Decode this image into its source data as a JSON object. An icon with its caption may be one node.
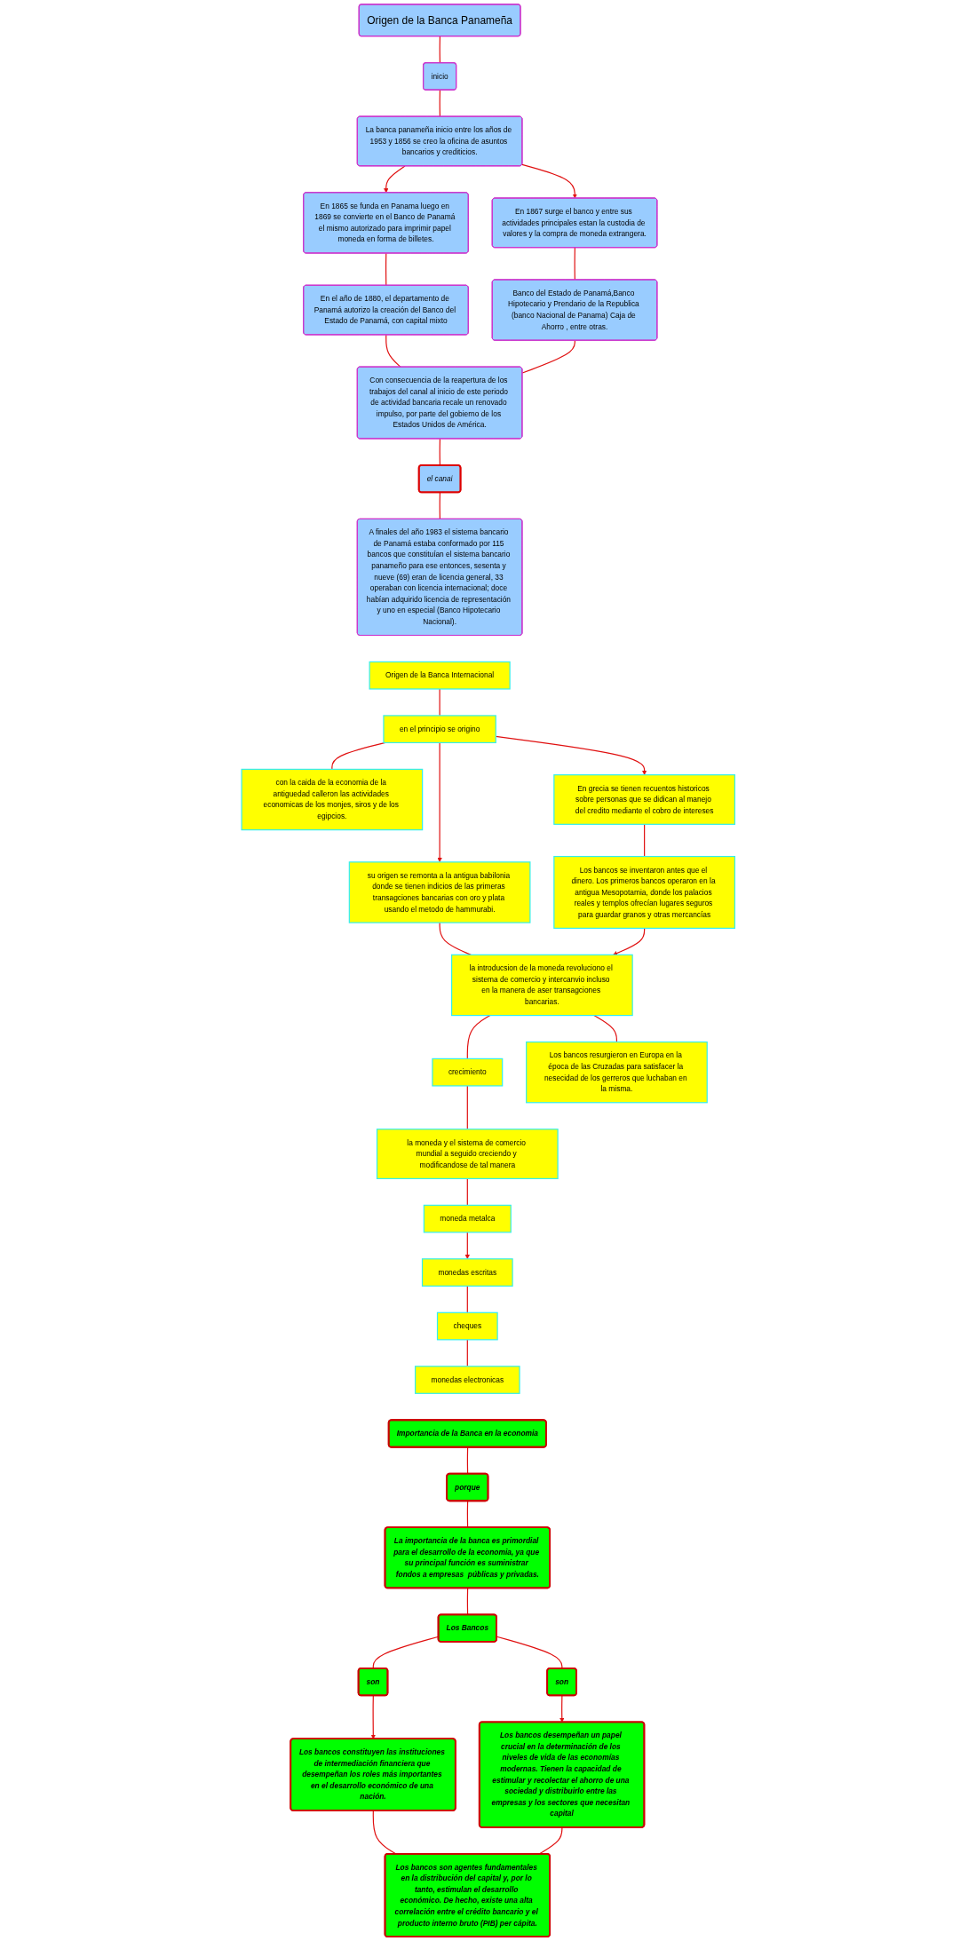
{
  "diagram": {
    "nodes": [
      {
        "text": [
          "Origen de la Banca Panameña"
        ]
      },
      {
        "text": [
          "inicio"
        ]
      },
      {
        "text": [
          "La banca panameña inicio entre los años de 1953 y 1856 se creo la oficina de asuntos bancarios y crediticios."
        ]
      },
      {
        "text": [
          "En 1865 se funda en Panama luego en 1869 se convierte en el Banco de Panamá el mismo autorizado para imprimir papel moneda en forma de billetes."
        ]
      },
      {
        "text": [
          "En 1867 surge el banco y entre sus actividades principales estan la custodia de valores y la compra de moneda extrangera."
        ]
      },
      {
        "text": [
          "En el año de 1880, el departamento de Panamá autorizo la creación del Banco del Estado de Panamá, con capital mixto"
        ]
      },
      {
        "text": [
          "Banco del Estado de Panamá,Banco Hipotecario y Prendario de la Republica (banco Nacional de Panama) Caja de Ahorro , entre otras."
        ]
      },
      {
        "text": [
          "Con consecuencia de la reapertura de los trabajos del canal al inicio de este periodo de actividad bancaria recale un renovado impulso, por parte del gobierno de los Estados Unidos de América."
        ]
      },
      {
        "text": [
          "el canal"
        ]
      },
      {
        "text": [
          "A finales del año 1983 el sistema bancario de Panamá estaba conformado por 115 bancos que constituían el sistema bancario panameño para ese entonces, sesenta y nueve (69) eran de licencia general, 33 operaban con licencia internacional; doce habían adquirido licencia de representación y uno en especial (Banco Hipotecario Nacional)."
        ]
      },
      {
        "text": [
          "Origen de la Banca Internacional"
        ]
      },
      {
        "text": [
          "en el principio se origino"
        ]
      },
      {
        "text": [
          "su origen se remonta a la antigua babilonia donde se tienen indicios de las primeras transagciones bancarias con oro y plata usando el metodo de hammurabi."
        ]
      },
      {
        "text": [
          "con la caida de la economia de la antiguedad calleron las actividades economicas de los monjes, siros y de los egipcios."
        ]
      },
      {
        "text": [
          "En grecia se tienen recuentos historicos sobre personas que se didican al manejo del credito mediante el cobro de intereses"
        ]
      },
      {
        "text": [
          "crecimiento"
        ]
      },
      {
        "text": [
          "la introducsion de la moneda revoluciono el sistema de comercio y intercanvio incluso en la manera de aser transagciones bancarias."
        ]
      },
      {
        "text": [
          "Los bancos se inventaron antes que el dinero. Los primeros bancos operaron en la antigua Mesopotamia, donde los palacios reales y templos ofrecían lugares seguros para guardar granos y otras mercancías"
        ]
      },
      {
        "text": [
          "la moneda y el sistema de comercio mundial a seguido creciendo y modificandose de tal manera"
        ]
      },
      {
        "text": [
          "moneda metalca"
        ]
      },
      {
        "text": [
          "Los bancos resurgieron en Europa en la época de las Cruzadas para satisfacer la nesecidad de los gerreros que luchaban en la misma."
        ]
      },
      {
        "text": [
          "cheques"
        ]
      },
      {
        "text": [
          "monedas escritas"
        ]
      },
      {
        "text": [
          "monedas electronicas"
        ]
      },
      {
        "text": [
          "Importancia de la Banca en la economia"
        ]
      },
      {
        "text": [
          "porque"
        ]
      },
      {
        "text": [
          "La importancia de la banca es primordial para el desarrollo de la economia, ya que su principal función es suministrar fondos a empresas  públicas y privadas."
        ]
      },
      {
        "text": [
          "Los bancos constituyen las instituciones de intermediación financiera que desempeñan los roles más importantes en el desarrollo económico de una nación."
        ]
      },
      {
        "text": [
          "son"
        ]
      },
      {
        "text": [
          "son"
        ]
      },
      {
        "text": [
          "Los bancos desempeñan un papel crucial en la determinación de los niveles de vida de las economías modernas. Tienen la capacidad de estimular y recolectar el ahorro de una sociedad y distribuirlo entre las empresas y los sectores que necesitan capital"
        ]
      },
      {
        "text": [
          "Los Bancos"
        ]
      },
      {
        "text": [
          "Los bancos son agentes fundamentales en la distribución del capital y, por lo tanto, estimulan el desarrollo económico. De hecho, existe una alta correlación entre el crédito bancario y el producto interno bruto (PIB) per cápita."
        ]
      }
    ],
    "edges": [
      {
        "from": 0,
        "to": 1,
        "arrow": "none"
      },
      {
        "from": 1,
        "to": 2,
        "arrow": "none"
      },
      {
        "from": 2,
        "to": 3,
        "arrow": "to"
      },
      {
        "from": 2,
        "to": 4,
        "arrow": "to"
      },
      {
        "from": 3,
        "to": 5,
        "arrow": "none"
      },
      {
        "from": 4,
        "to": 6,
        "arrow": "none"
      },
      {
        "from": 5,
        "to": 7,
        "arrow": "none"
      },
      {
        "from": 6,
        "to": 7,
        "arrow": "none"
      },
      {
        "from": 7,
        "to": 8,
        "arrow": "none"
      },
      {
        "from": 8,
        "to": 9,
        "arrow": "none"
      },
      {
        "from": 10,
        "to": 11,
        "arrow": "none"
      },
      {
        "from": 11,
        "to": 12,
        "arrow": "to"
      },
      {
        "from": 11,
        "to": 13,
        "arrow": "none"
      },
      {
        "from": 11,
        "to": 14,
        "arrow": "to"
      },
      {
        "from": 12,
        "to": 16,
        "arrow": "none"
      },
      {
        "from": 14,
        "to": 17,
        "arrow": "none"
      },
      {
        "from": 16,
        "to": 15,
        "arrow": "none"
      },
      {
        "from": 17,
        "to": 16,
        "arrow": "to"
      },
      {
        "from": 15,
        "to": 18,
        "arrow": "none"
      },
      {
        "from": 18,
        "to": 19,
        "arrow": "none"
      },
      {
        "from": 16,
        "to": 20,
        "arrow": "none"
      },
      {
        "from": 19,
        "to": 22,
        "arrow": "to"
      },
      {
        "from": 22,
        "to": 21,
        "arrow": "none"
      },
      {
        "from": 21,
        "to": 23,
        "arrow": "none"
      },
      {
        "from": 24,
        "to": 25,
        "arrow": "none"
      },
      {
        "from": 25,
        "to": 26,
        "arrow": "none"
      },
      {
        "from": 26,
        "to": 31,
        "arrow": "none"
      },
      {
        "from": 28,
        "to": 27,
        "arrow": "to"
      },
      {
        "from": 29,
        "to": 30,
        "arrow": "to"
      },
      {
        "from": 31,
        "to": 28,
        "arrow": "none"
      },
      {
        "from": 31,
        "to": 29,
        "arrow": "none"
      },
      {
        "from": 27,
        "to": 32,
        "arrow": "none"
      },
      {
        "from": 30,
        "to": 32,
        "arrow": "none"
      }
    ]
  }
}
